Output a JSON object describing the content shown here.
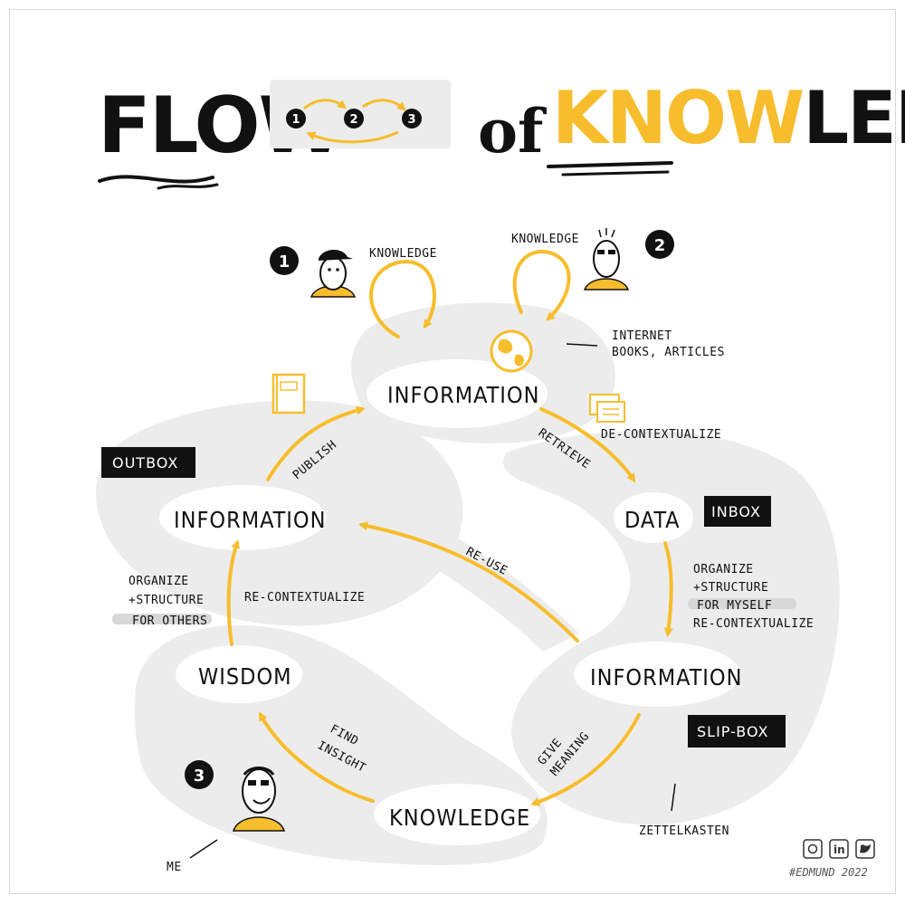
{
  "title": {
    "flow": "FLOW",
    "of": "of",
    "knowledge_yellow": "KNOW",
    "knowledge_black": "LEDGE",
    "steps": [
      "1",
      "2",
      "3"
    ]
  },
  "nodes": {
    "info_top": "INFORMATION",
    "data": "DATA",
    "info_right": "INFORMATION",
    "knowledge": "KNOWLEDGE",
    "wisdom": "WISDOM",
    "info_left": "INFORMATION"
  },
  "tags": {
    "outbox": "OUTBOX",
    "inbox": "INBOX",
    "slipbox": "SLIP-BOX"
  },
  "labels": {
    "knowledge_1": "KNOWLEDGE",
    "knowledge_2": "KNOWLEDGE",
    "internet": "INTERNET",
    "books": "BOOKS, ARTICLES",
    "decontextualize": "DE-CONTEXTUALIZE",
    "retrieve": "RETRIEVE",
    "publish": "PUBLISH",
    "reuse": "RE-USE",
    "organize_myself": [
      "ORGANIZE",
      "+STRUCTURE",
      "FOR MYSELF",
      "RE-CONTEXTUALIZE"
    ],
    "organize_others": [
      "ORGANIZE",
      "+STRUCTURE",
      "FOR OTHERS"
    ],
    "recontextualize": "RE-CONTEXTUALIZE",
    "find_insight": [
      "FIND",
      "INSIGHT"
    ],
    "give_meaning": [
      "GIVE",
      "MEANING"
    ],
    "zettelkasten": "ZETTELKASTEN",
    "me": "ME"
  },
  "badges": [
    "1",
    "2",
    "3"
  ],
  "footer": {
    "signature": "#EDMUND 2022",
    "social_icons": [
      "instagram-icon",
      "linkedin-icon",
      "twitter-icon"
    ],
    "linkedin_text": "in"
  },
  "colors": {
    "accent": "#f7bd2d",
    "ink": "#111111",
    "blob": "#ececec"
  }
}
